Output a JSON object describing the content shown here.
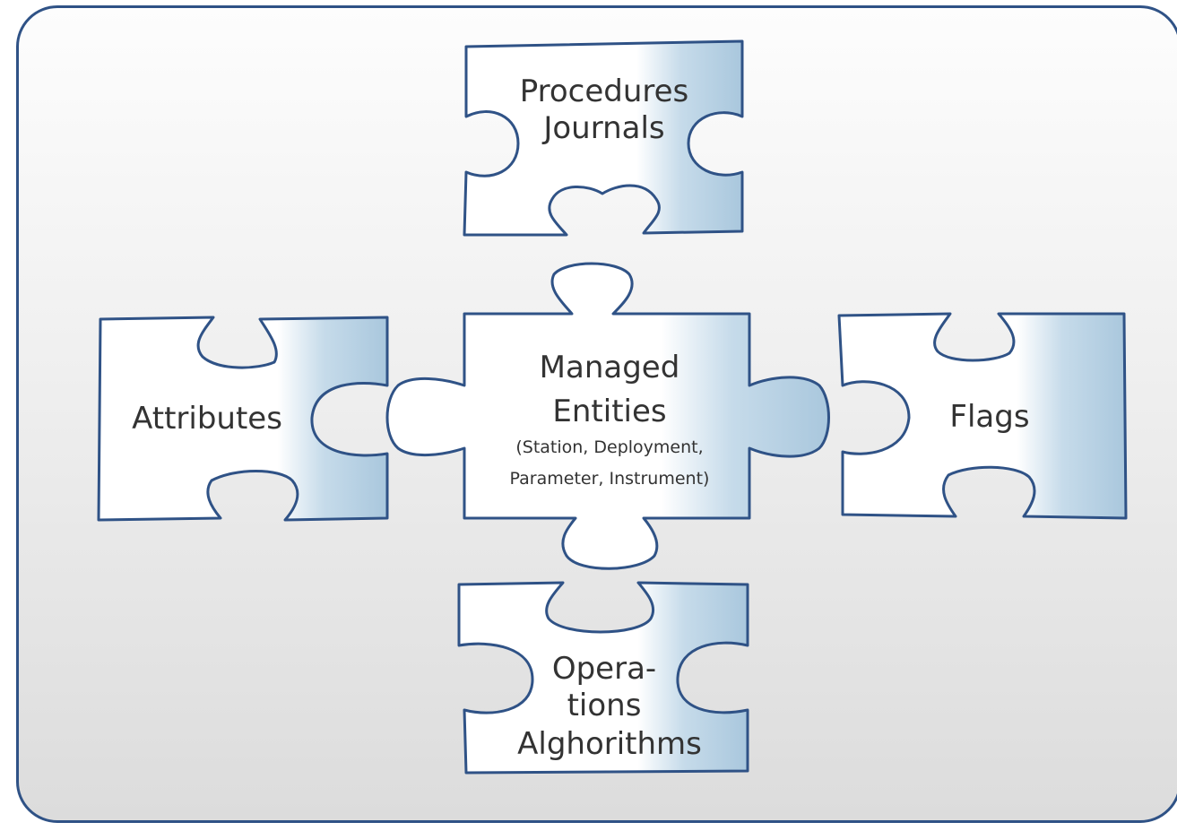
{
  "pieces": {
    "top": {
      "lines": [
        "Procedures",
        "Journals"
      ]
    },
    "left": {
      "lines": [
        "Attributes"
      ]
    },
    "center": {
      "lines": [
        "Managed",
        "Entities"
      ],
      "sub_lines": [
        "(Station, Deployment,",
        "Parameter, Instrument)"
      ]
    },
    "right": {
      "lines": [
        "Flags"
      ]
    },
    "bottom": {
      "lines": [
        "Opera-",
        "tions",
        "Alghorithms"
      ]
    }
  },
  "colors": {
    "outline": "#2f5286",
    "piece_fill": "#ffffff",
    "piece_shade": "#a9c7dd",
    "text": "#333333"
  }
}
